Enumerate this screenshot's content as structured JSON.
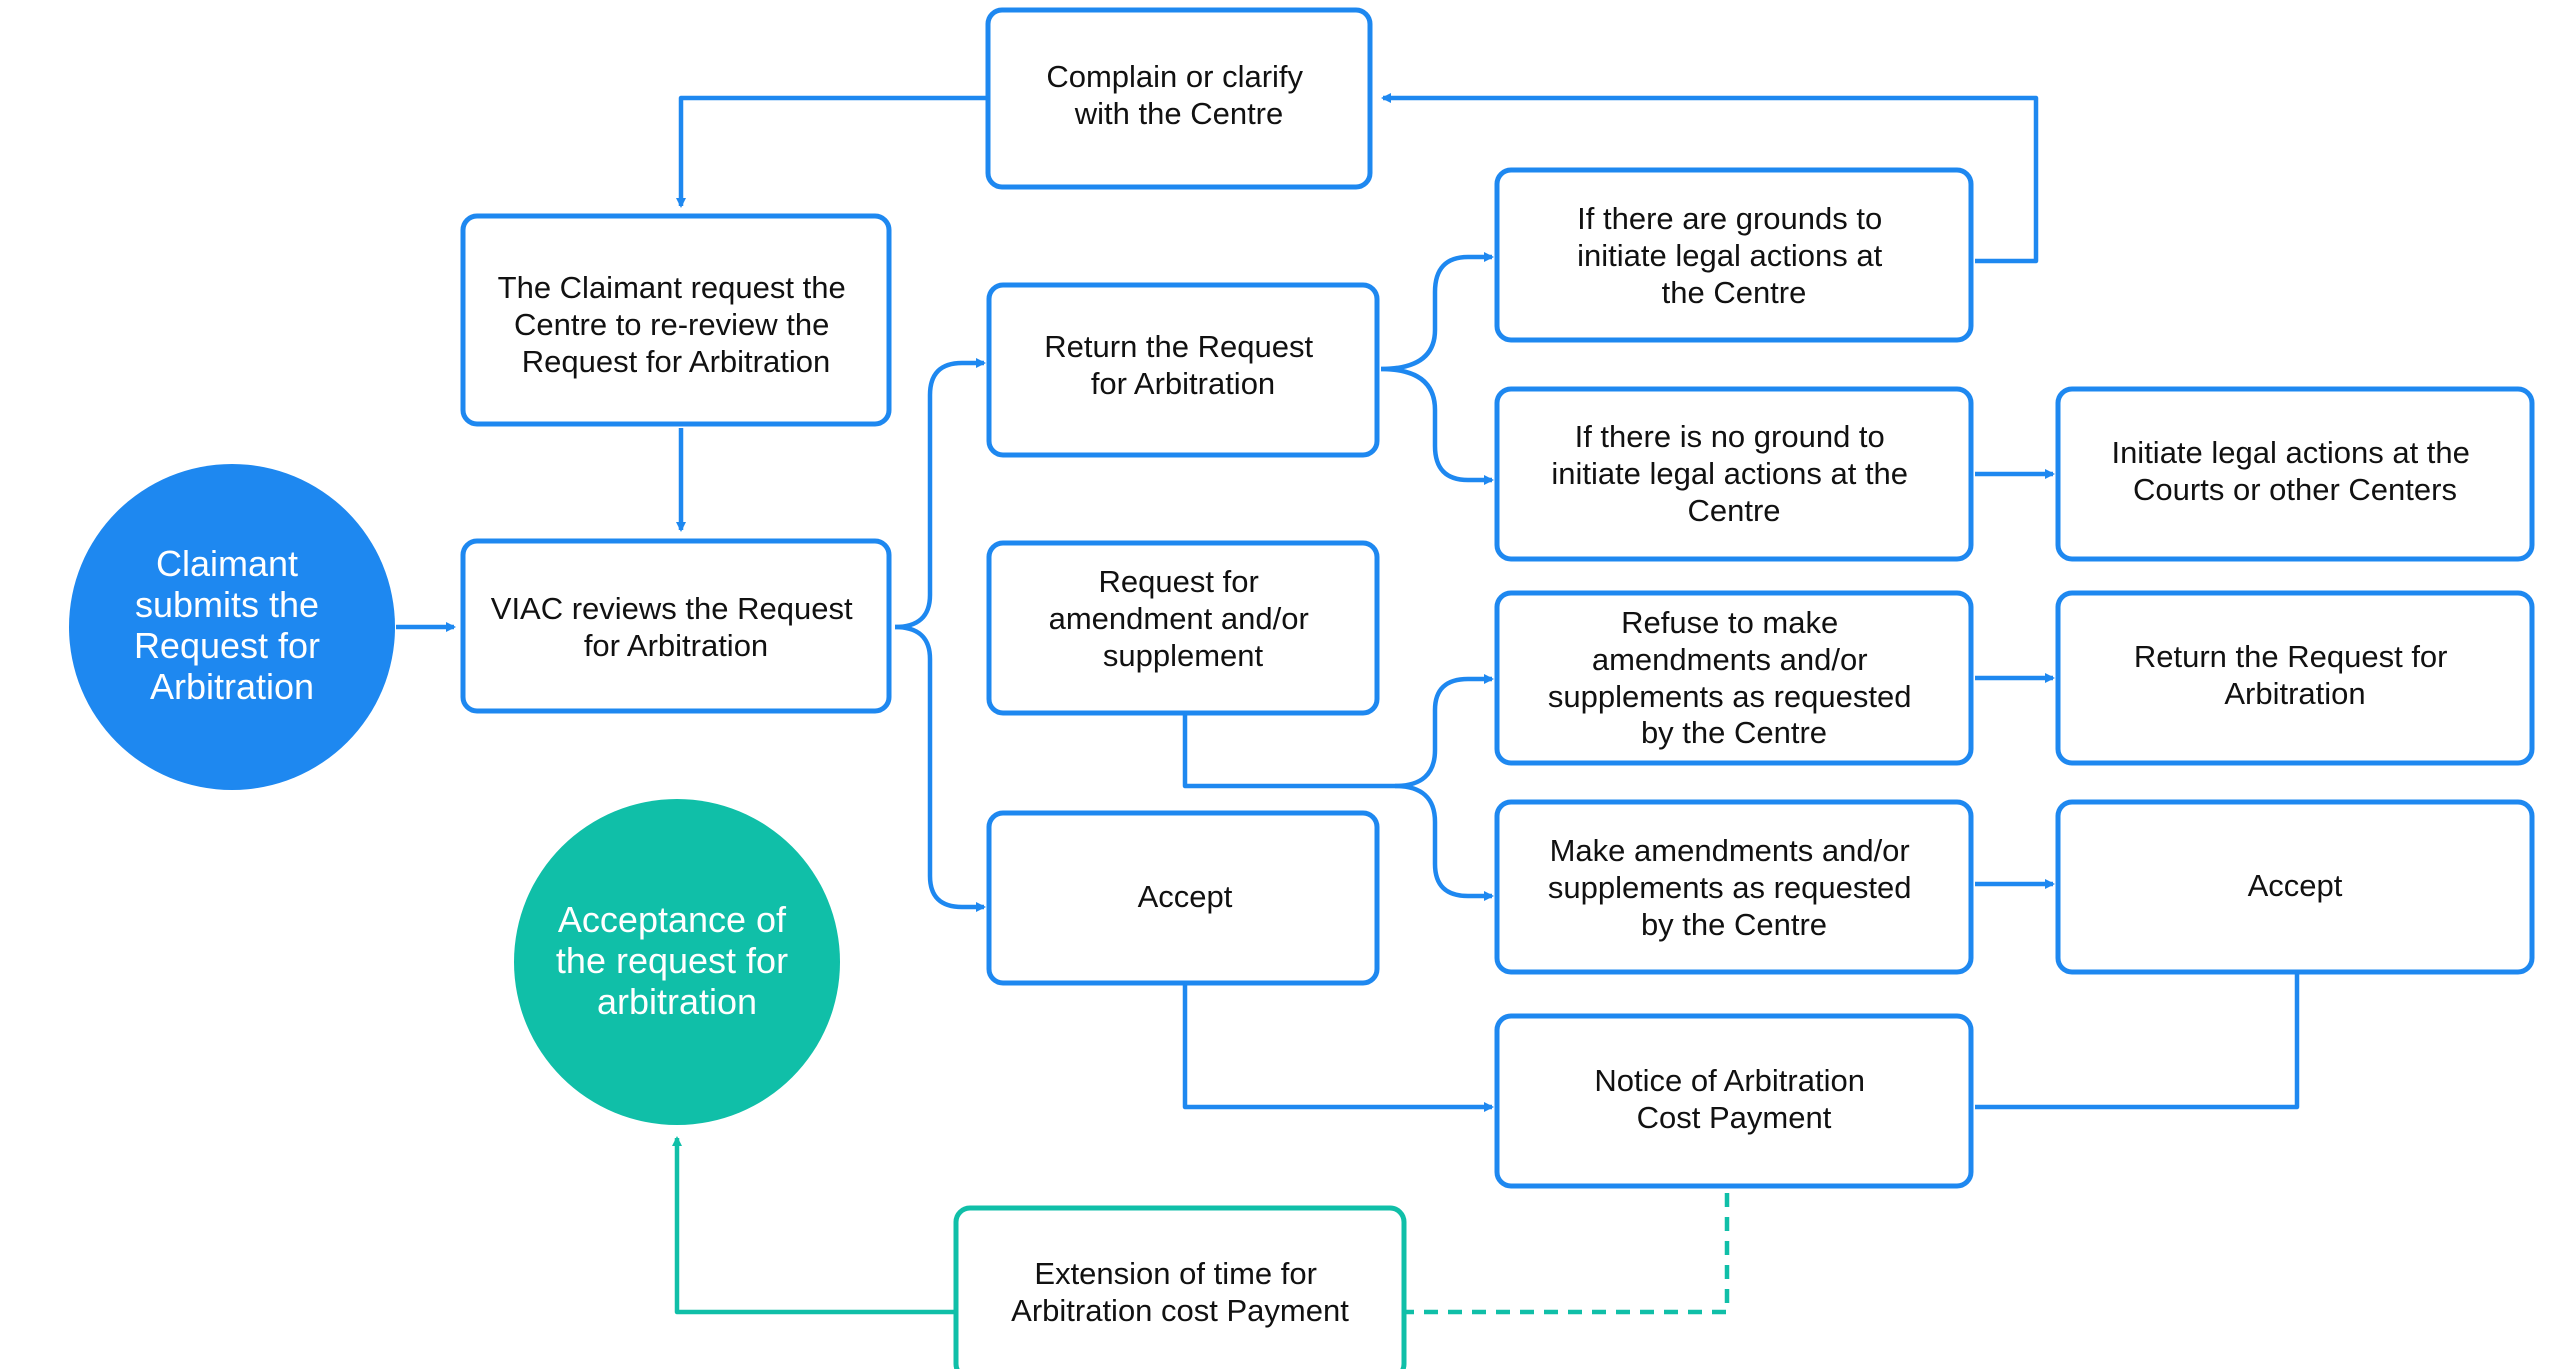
{
  "colors": {
    "blue": "#1E88F0",
    "teal": "#10BFA8",
    "text": "#111111",
    "circle_text": "#ffffff"
  },
  "nodes": {
    "claimant_submits": [
      "Claimant",
      "submits the",
      "Request for",
      "Arbitration"
    ],
    "acceptance": [
      "Acceptance of",
      "the request for",
      "arbitration"
    ],
    "complain": [
      "Complain or clarify",
      "with the Centre"
    ],
    "re_review": [
      "The Claimant request the",
      "Centre to re-review the",
      "Request for Arbitration"
    ],
    "viac_reviews": [
      "VIAC reviews the Request",
      "for Arbitration"
    ],
    "return_request": [
      "Return the Request",
      "for Arbitration"
    ],
    "amendment": [
      "Request for",
      "amendment and/or",
      "supplement"
    ],
    "accept_mid": [
      "Accept"
    ],
    "grounds": [
      "If there are grounds to",
      "initiate legal actions at",
      "the Centre"
    ],
    "no_ground": [
      "If there is no ground to",
      "initiate legal actions at the",
      "Centre"
    ],
    "refuse": [
      "Refuse to make",
      "amendments and/or",
      "supplements as requested",
      "by the Centre"
    ],
    "make_amend": [
      "Make amendments and/or",
      "supplements as requested",
      "by the Centre"
    ],
    "notice": [
      "Notice of Arbitration",
      "Cost Payment"
    ],
    "courts": [
      "Initiate legal actions at the",
      "Courts or other Centers"
    ],
    "return_right": [
      "Return the Request for",
      "Arbitration"
    ],
    "accept_right": [
      "Accept"
    ],
    "extension": [
      "Extension of time for",
      "Arbitration cost Payment"
    ]
  }
}
